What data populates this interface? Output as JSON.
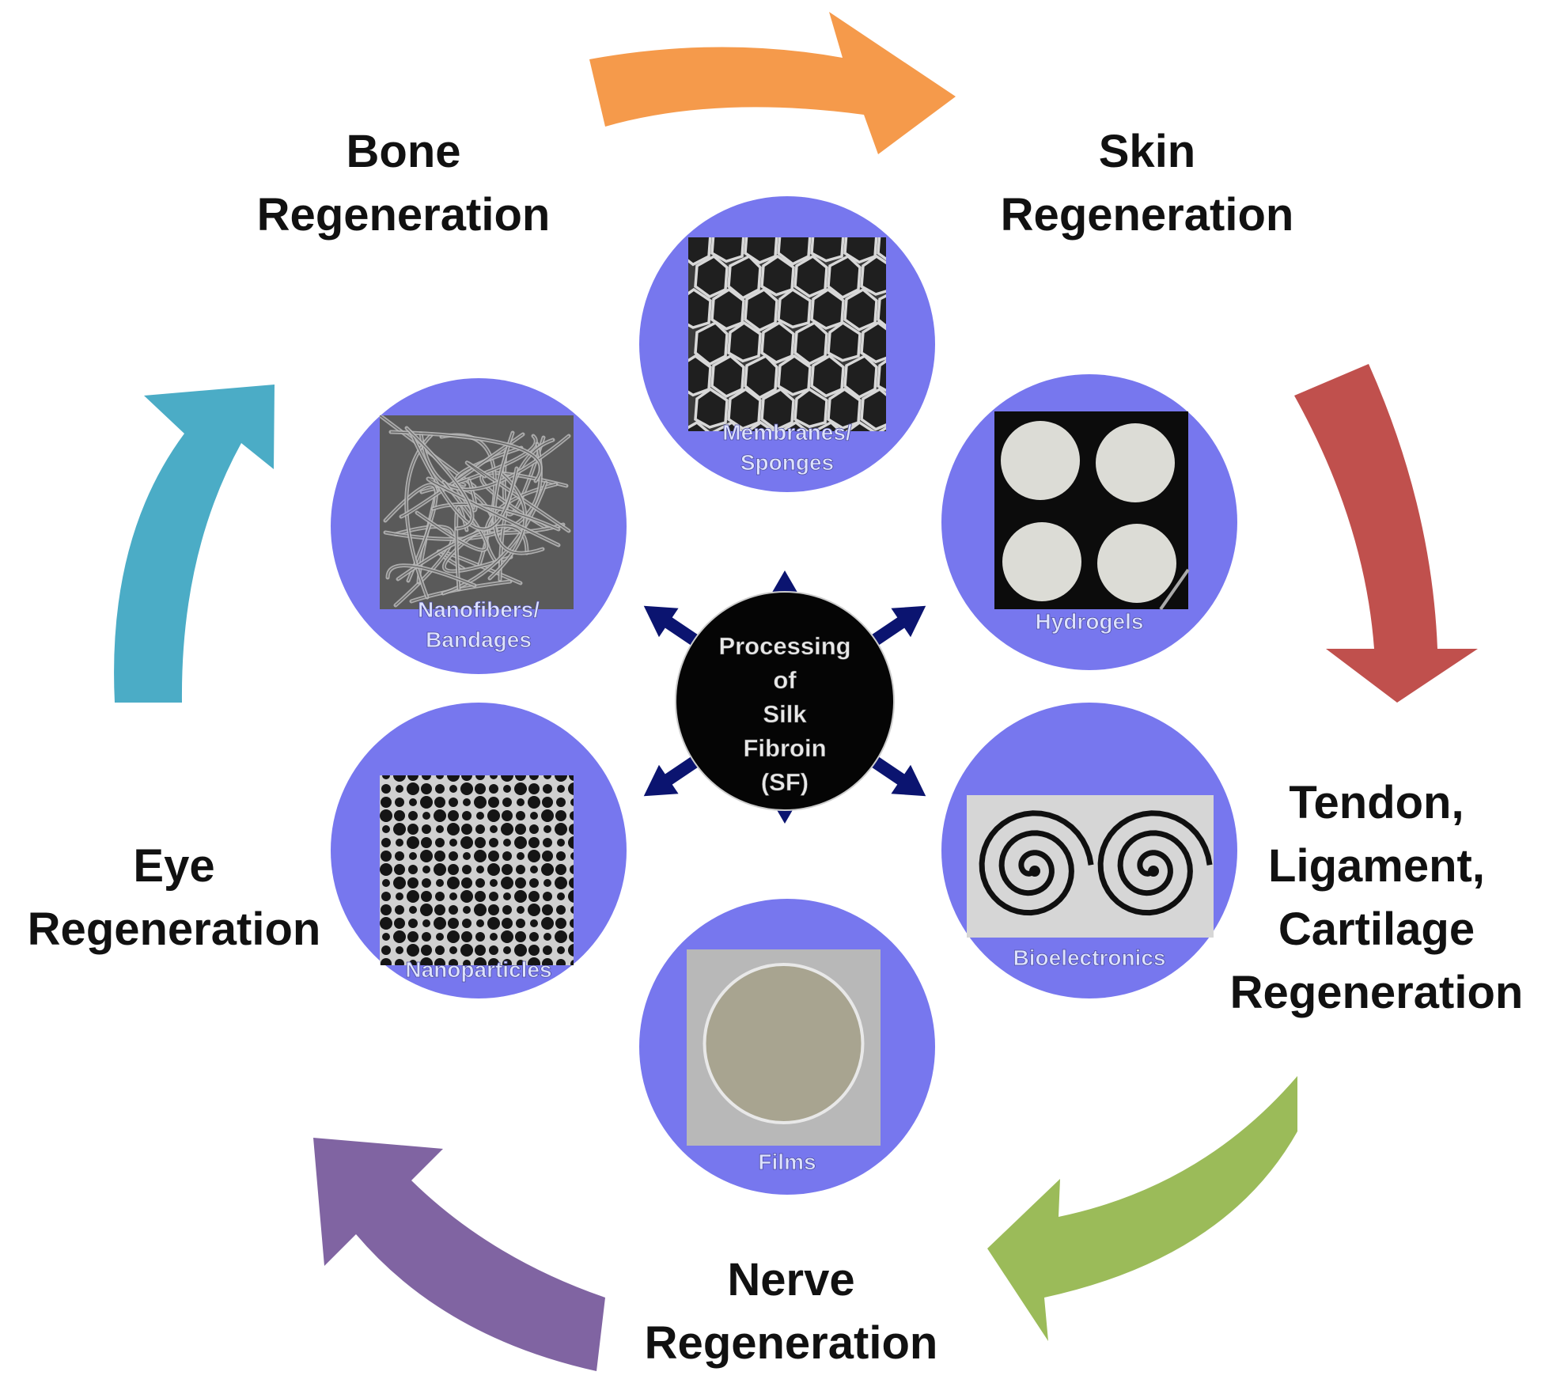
{
  "center": {
    "lines": [
      "Processing",
      "of",
      "Silk",
      "Fibroin",
      "(SF)"
    ]
  },
  "forms": [
    {
      "id": "membranes",
      "lines": [
        "Membranes/",
        "Sponges"
      ],
      "texture": "sponge"
    },
    {
      "id": "hydrogels",
      "lines": [
        "Hydrogels"
      ],
      "texture": "hydrogel"
    },
    {
      "id": "bioelectronics",
      "lines": [
        "Bioelectronics"
      ],
      "texture": "spiral"
    },
    {
      "id": "films",
      "lines": [
        "Films"
      ],
      "texture": "film"
    },
    {
      "id": "nanoparticles",
      "lines": [
        "Nanoparticles"
      ],
      "texture": "particles"
    },
    {
      "id": "nanofibers",
      "lines": [
        "Nanofibers/",
        "Bandages"
      ],
      "texture": "fibers"
    }
  ],
  "applications": [
    {
      "id": "bone",
      "lines": [
        "Bone",
        "Regeneration"
      ]
    },
    {
      "id": "skin",
      "lines": [
        "Skin",
        "Regeneration"
      ]
    },
    {
      "id": "tendon",
      "lines": [
        "Tendon,",
        "Ligament,",
        "Cartilage",
        "Regeneration"
      ]
    },
    {
      "id": "nerve",
      "lines": [
        "Nerve",
        "Regeneration"
      ]
    },
    {
      "id": "eye",
      "lines": [
        "Eye",
        "Regeneration"
      ]
    }
  ],
  "cycle_arrows": [
    {
      "id": "bone-to-skin",
      "color": "#f59a4b"
    },
    {
      "id": "skin-to-tendon",
      "color": "#c0504d"
    },
    {
      "id": "tendon-to-nerve",
      "color": "#9bbb59"
    },
    {
      "id": "nerve-to-eye",
      "color": "#8064a2"
    },
    {
      "id": "eye-to-bone",
      "color": "#4bacc6"
    }
  ],
  "colors": {
    "form_circle": "#7777ee",
    "form_label": "#dde2ff",
    "center_circle": "#050505",
    "center_text": "#e8e8e8",
    "radial_arrow": "#0b1470"
  }
}
